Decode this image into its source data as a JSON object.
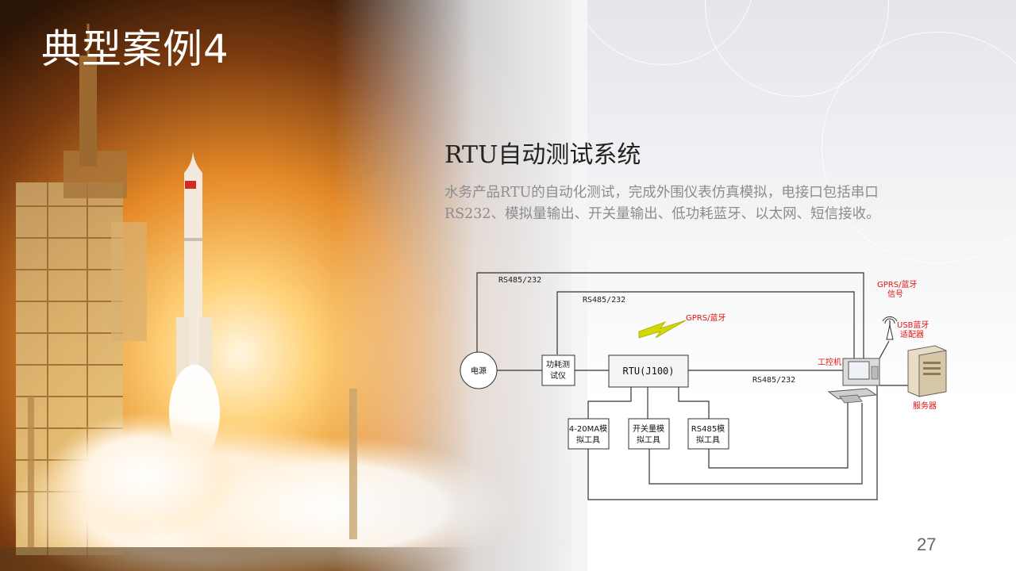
{
  "slide": {
    "title": "典型案例4",
    "subtitle": "RTU自动测试系统",
    "description_line1": "水务产品RTU的自动化测试，完成外围仪表仿真模拟，电接口包括串口",
    "description_line2": "RS232、模拟量输出、开关量输出、低功耗蓝牙、以太网、短信接收。",
    "page_number": "27"
  },
  "diagram": {
    "nodes": {
      "power": "电源",
      "power_tester": [
        "功耗测",
        "试仪"
      ],
      "rtu": "RTU(J100)",
      "analog_tool": [
        "4-20MA模",
        "拟工具"
      ],
      "switch_tool": [
        "开关量模",
        "拟工具"
      ],
      "rs485_tool": [
        "RS485模",
        "拟工具"
      ],
      "ipc": "工控机",
      "server": "服务器",
      "usb_adapter": [
        "USB蓝牙",
        "适配器"
      ],
      "signal": [
        "GPRS/蓝牙",
        "信号"
      ]
    },
    "link_labels": {
      "top_bus": "RS485/232",
      "second_bus": "RS485/232",
      "rtu_to_ipc": "RS485/232",
      "wireless": "GPRS/蓝牙"
    }
  },
  "colors": {
    "accent_red": "#e01010",
    "lightning_yellow": "#d4d800",
    "line": "#333333"
  }
}
